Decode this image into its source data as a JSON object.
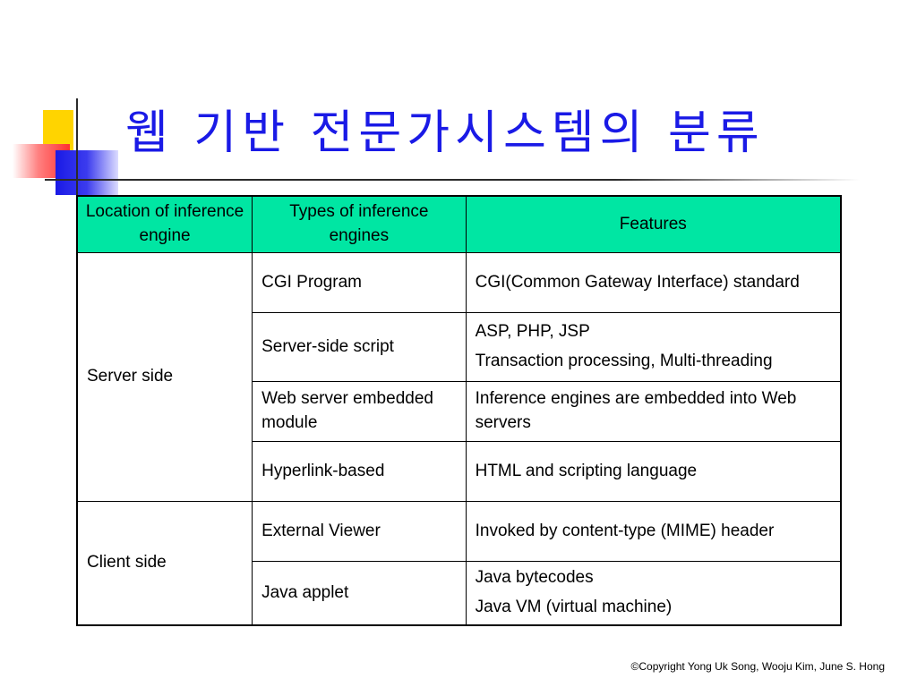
{
  "title": "웹 기반 전문가시스템의 분류",
  "table": {
    "headers": {
      "location": "Location of inference engine",
      "types": "Types of inference engines",
      "features": "Features"
    },
    "groups": {
      "server": "Server side",
      "client": "Client side"
    },
    "rows": [
      {
        "type": "CGI Program",
        "features": [
          "CGI(Common Gateway Interface) standard"
        ]
      },
      {
        "type": "Server-side script",
        "features": [
          "ASP, PHP, JSP",
          "Transaction processing, Multi-threading"
        ]
      },
      {
        "type": "Web server embedded module",
        "features": [
          "Inference engines are embedded into Web servers"
        ]
      },
      {
        "type": "Hyperlink-based",
        "features": [
          "HTML and scripting language"
        ]
      },
      {
        "type": "External Viewer",
        "features": [
          "Invoked by content-type (MIME) header"
        ]
      },
      {
        "type": "Java applet",
        "features": [
          "Java bytecodes",
          "Java VM (virtual machine)"
        ]
      }
    ]
  },
  "footer": {
    "copyright": "©Copyright Yong Uk Song, Wooju Kim, June S. Hong"
  },
  "colors": {
    "title": "#1a1ae6",
    "header_bg": "#00e6a3",
    "accent_yellow": "#ffd400",
    "accent_red": "#ff3030",
    "accent_blue": "#1a1ae6"
  }
}
